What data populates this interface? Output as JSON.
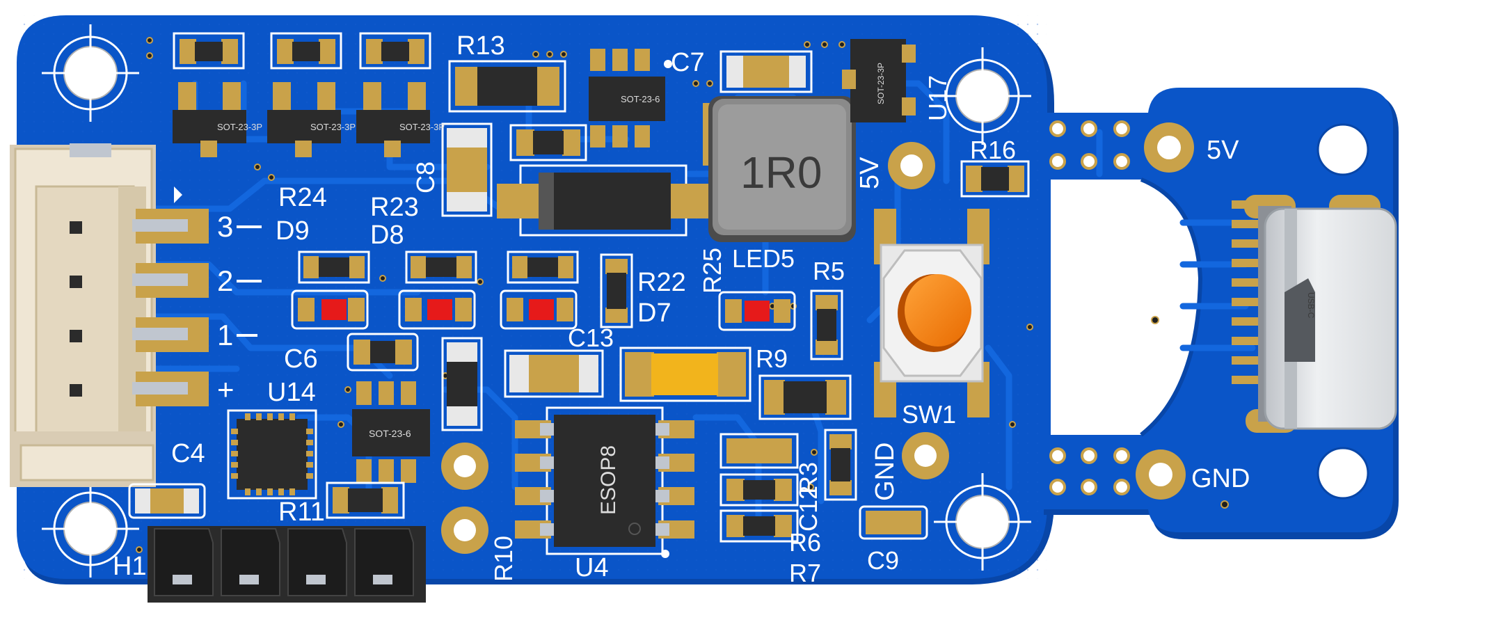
{
  "board": {
    "colors": {
      "background": "#ffffff",
      "pcb": "#0a55c8",
      "pcb_dark": "#0846a8",
      "trace": "#1367de",
      "silkscreen": "#ffffff",
      "copper": "#c9a24a",
      "ic_body": "#2b2b2b",
      "connector": "#e8dcc6",
      "led_red": "#e61a1a",
      "button_cap": "#f07a10",
      "amber": "#f2b41c"
    },
    "designators": {
      "r13": "R13",
      "c7": "C7",
      "u17": "U17",
      "c8": "C8",
      "r16": "R16",
      "r24": "R24",
      "r23": "R23",
      "d9": "D9",
      "d8": "D8",
      "r22": "R22",
      "r25": "R25",
      "led5": "LED5",
      "r5": "R5",
      "d7": "D7",
      "c13": "C13",
      "c6": "C6",
      "u14": "U14",
      "r9": "R9",
      "sw1": "SW1",
      "c4": "C4",
      "r11": "R11",
      "r10": "R10",
      "u4": "U4",
      "r3": "R3",
      "c12": "C12",
      "r6": "R6",
      "r7": "R7",
      "c9": "C9",
      "h1": "H1",
      "gnd_sw": "GND",
      "v5_main": "5V",
      "v5_tab": "5V",
      "gnd_tab": "GND"
    },
    "connector_pins": {
      "pin3": "3",
      "pin2": "2",
      "pin1": "1",
      "plus": "+"
    },
    "package_marks": {
      "sot_q1": "SOT-23-3P",
      "sot_q2": "SOT-23-3P",
      "sot_q3": "SOT-23-3P",
      "sot_top": "SOT-23-6",
      "sot_mid": "SOT-23-6",
      "u17_pkg": "SOT-23-3P",
      "inductor_value": "1R0",
      "esop": "ESOP8",
      "usb_mark": "USB-C"
    }
  }
}
